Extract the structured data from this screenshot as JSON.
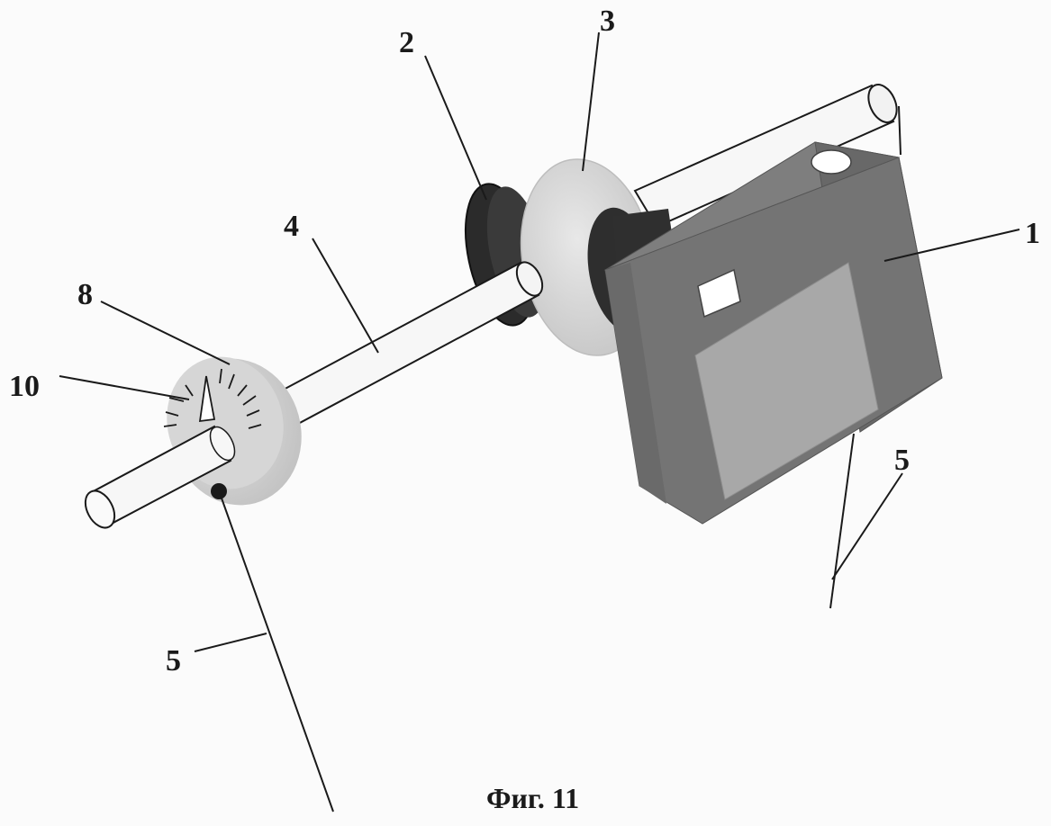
{
  "figure": {
    "caption": "Фиг. 11",
    "labels": {
      "l1": "1",
      "l2": "2",
      "l3": "3",
      "l4": "4",
      "l5a": "5",
      "l5b": "5",
      "l8": "8",
      "l10": "10"
    }
  },
  "colors": {
    "background": "#fbfbfb",
    "ink": "#1a1a1a",
    "body_dark": "#6b6b6b",
    "body_mid": "#7a7a7a",
    "panel": "#a6a6a6",
    "ring": "#d9d9d9",
    "rod": "#f7f7f7"
  }
}
